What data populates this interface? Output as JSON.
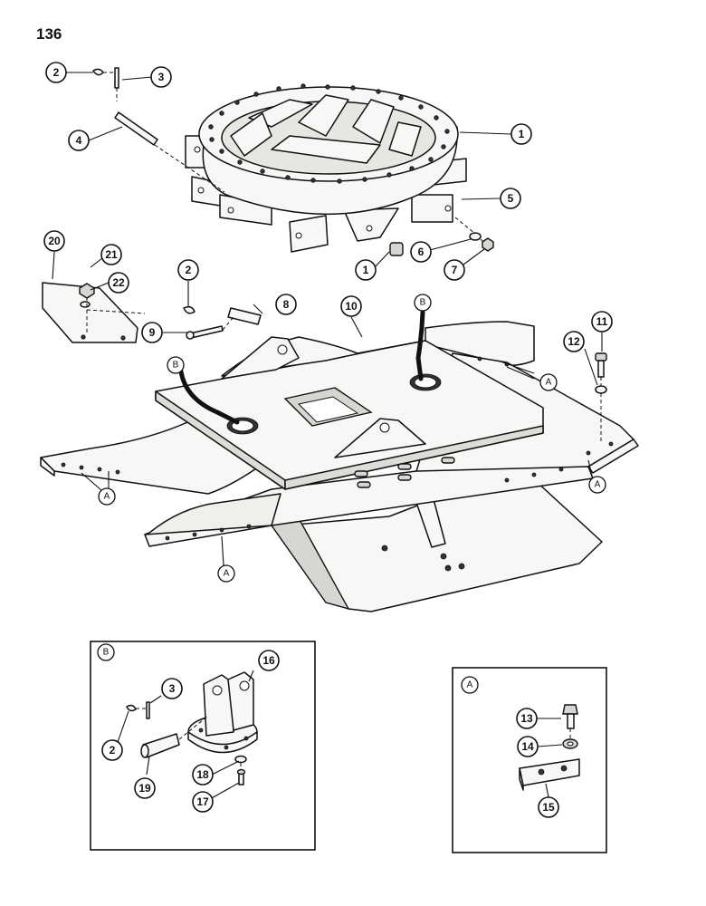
{
  "page": {
    "number": "136"
  },
  "callouts": {
    "c1a": "1",
    "c1b": "1",
    "c2a": "2",
    "c2b": "2",
    "c3": "3",
    "c4": "4",
    "c5": "5",
    "c6": "6",
    "c7": "7",
    "c8": "8",
    "c9": "9",
    "c10": "10",
    "c11": "11",
    "c12": "12",
    "c20": "20",
    "c21": "21",
    "c22": "22"
  },
  "refs": {
    "a1": "A",
    "a2": "A",
    "a3": "A",
    "a4": "A",
    "b1": "B",
    "b2": "B"
  },
  "inset_b": {
    "tag": "B",
    "callouts": {
      "c2": "2",
      "c3": "3",
      "c16": "16",
      "c17": "17",
      "c18": "18",
      "c19": "19"
    }
  },
  "inset_a": {
    "tag": "A",
    "callouts": {
      "c13": "13",
      "c14": "14",
      "c15": "15"
    }
  }
}
